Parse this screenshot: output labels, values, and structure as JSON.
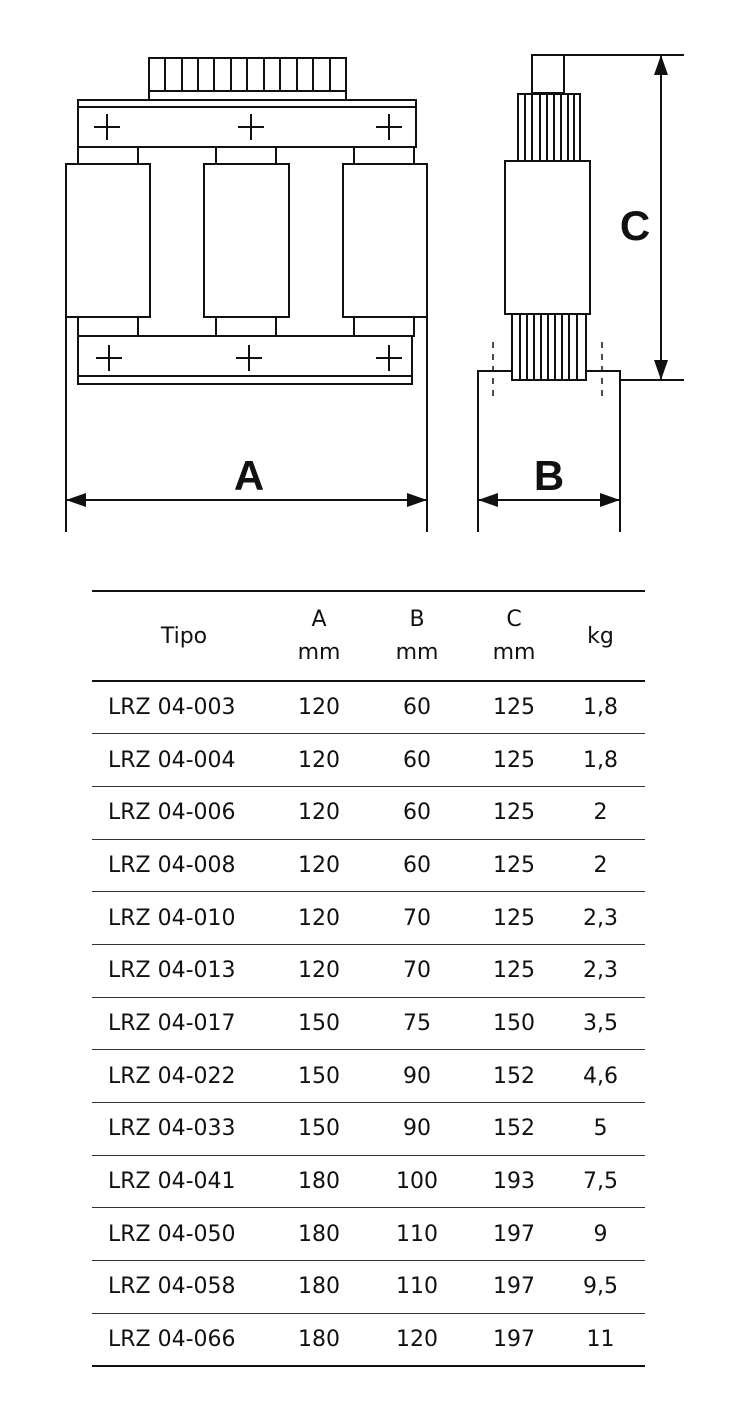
{
  "drawing": {
    "dim_a_label": "A",
    "dim_b_label": "B",
    "dim_c_label": "C"
  },
  "table": {
    "headers": {
      "tipo": "Tipo",
      "a": "A",
      "a_unit": "mm",
      "b": "B",
      "b_unit": "mm",
      "c": "C",
      "c_unit": "mm",
      "kg": "kg"
    },
    "rows": [
      {
        "tipo": "LRZ 04-003",
        "a": "120",
        "b": "60",
        "c": "125",
        "kg": "1,8"
      },
      {
        "tipo": "LRZ 04-004",
        "a": "120",
        "b": "60",
        "c": "125",
        "kg": "1,8"
      },
      {
        "tipo": "LRZ 04-006",
        "a": "120",
        "b": "60",
        "c": "125",
        "kg": "2"
      },
      {
        "tipo": "LRZ 04-008",
        "a": "120",
        "b": "60",
        "c": "125",
        "kg": "2"
      },
      {
        "tipo": "LRZ 04-010",
        "a": "120",
        "b": "70",
        "c": "125",
        "kg": "2,3"
      },
      {
        "tipo": "LRZ 04-013",
        "a": "120",
        "b": "70",
        "c": "125",
        "kg": "2,3"
      },
      {
        "tipo": "LRZ 04-017",
        "a": "150",
        "b": "75",
        "c": "150",
        "kg": "3,5"
      },
      {
        "tipo": "LRZ 04-022",
        "a": "150",
        "b": "90",
        "c": "152",
        "kg": "4,6"
      },
      {
        "tipo": "LRZ 04-033",
        "a": "150",
        "b": "90",
        "c": "152",
        "kg": "5"
      },
      {
        "tipo": "LRZ 04-041",
        "a": "180",
        "b": "100",
        "c": "193",
        "kg": "7,5"
      },
      {
        "tipo": "LRZ 04-050",
        "a": "180",
        "b": "110",
        "c": "197",
        "kg": "9"
      },
      {
        "tipo": "LRZ 04-058",
        "a": "180",
        "b": "110",
        "c": "197",
        "kg": "9,5"
      },
      {
        "tipo": "LRZ 04-066",
        "a": "180",
        "b": "120",
        "c": "197",
        "kg": "11"
      }
    ]
  }
}
